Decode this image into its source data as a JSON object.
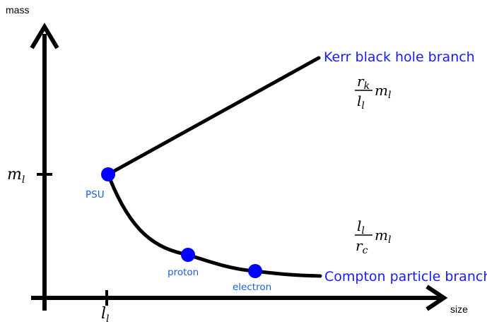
{
  "axes": {
    "y_label": "mass",
    "x_label": "size",
    "y_tick": {
      "main": "m",
      "sub": "l"
    },
    "x_tick": {
      "main": "l",
      "sub": "l"
    }
  },
  "branches": {
    "kerr": {
      "label": "Kerr black hole branch",
      "formula": {
        "num_main": "r",
        "num_sub": "k",
        "den_main": "l",
        "den_sub": "l",
        "factor_main": "m",
        "factor_sub": "l"
      }
    },
    "compton": {
      "label": "Compton particle branch",
      "formula": {
        "num_main": "l",
        "num_sub": "l",
        "den_main": "r",
        "den_sub": "c",
        "factor_main": "m",
        "factor_sub": "l"
      }
    }
  },
  "points": {
    "psu": "PSU",
    "proton": "proton",
    "electron": "electron"
  },
  "colors": {
    "line": "#000000",
    "point": "#0000ff",
    "label": "#1a1aff",
    "point_label": "#1f5fd6"
  }
}
